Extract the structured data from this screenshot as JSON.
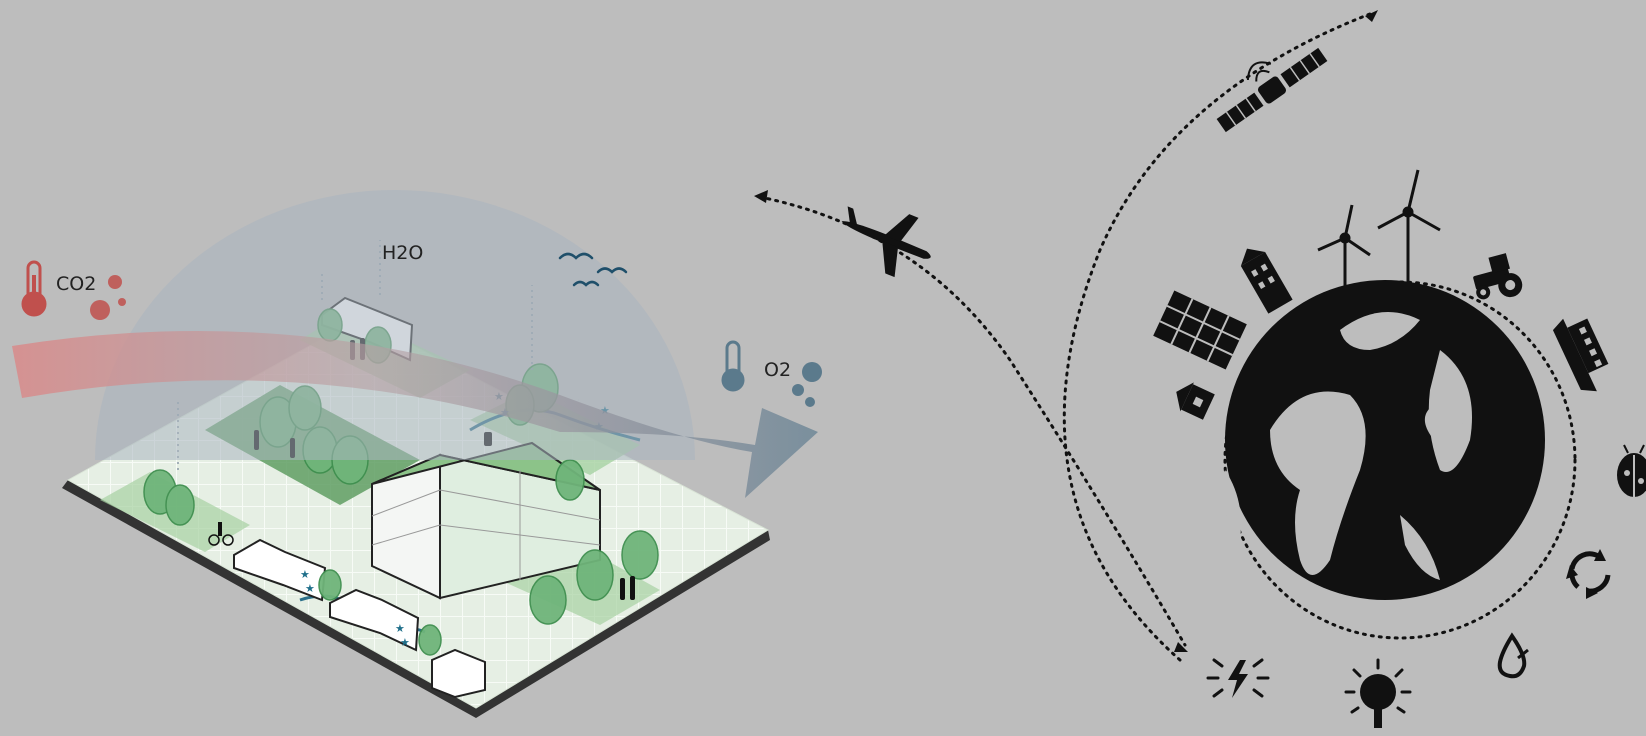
{
  "labels": {
    "co2": "CO2",
    "h2o": "H2O",
    "o2": "O2"
  },
  "colors": {
    "background": "#bdbdbd",
    "co2_accent": "#c0504d",
    "o2_accent": "#5b7a8c",
    "vegetation": "#6fb57a",
    "vegetation_dark": "#3f8f4f",
    "globe": "#111111"
  },
  "icons": [
    "thermometer-icon",
    "satellite-icon",
    "airplane-icon",
    "wind-turbine-icon",
    "solar-panel-icon",
    "tractor-icon",
    "ship-icon",
    "ladybug-icon",
    "recycle-icon",
    "water-drop-icon",
    "tree-icon",
    "lightning-icon",
    "heart-icon",
    "birds-icon"
  ]
}
